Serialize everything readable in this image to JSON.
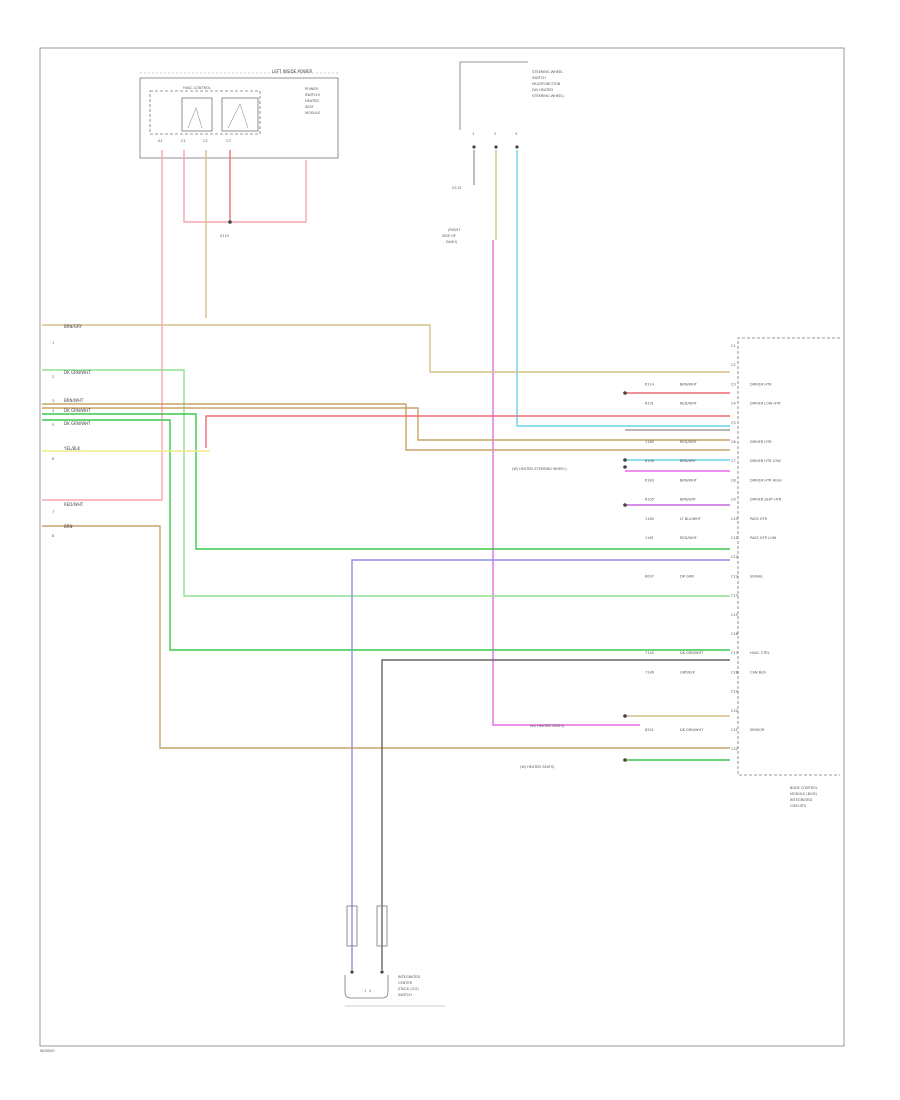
{
  "page": {
    "figure_id": "W00000"
  },
  "colors": {
    "pink": "#f7a6ad",
    "red": "#ee6b74",
    "tan": "#d6c08a",
    "orange_tan": "#c9a269",
    "light_green": "#8fe08f",
    "green": "#38c94a",
    "yellow": "#ecec8c",
    "gray": "#9f9f9f",
    "dark_gray": "#666666",
    "violet": "#c76ad8",
    "magenta": "#e86be9",
    "cyan": "#69d3e8",
    "blue_violet": "#8f8fe6",
    "brown": "#a87f3f"
  },
  "components": {
    "left_switch": {
      "name": "LEFT INSIDE POWER",
      "sub": "HVAC CONTROL",
      "desc": [
        "POWER",
        "SWITCH/",
        "HEATED",
        "SEAT",
        "MODULE"
      ],
      "pins": [
        "A1",
        "C1",
        "C2",
        "C3"
      ]
    },
    "top_switch": {
      "desc": [
        "STEERING WHEEL",
        "SWITCH",
        "MULTIFUNCTION",
        "(W/ HEATED",
        "STEERING WHEEL)"
      ],
      "pins": [
        "1",
        "2",
        "3"
      ]
    },
    "ground": {
      "label": "G113",
      "sub": [
        "(RIGHT",
        "SIDE OF",
        "DASH)"
      ]
    },
    "splice": {
      "label": "S115"
    },
    "module": {
      "desc": [
        "BODY CONTROL",
        "MODULE (BCM)",
        "INTEGRATED",
        "CIRCUITS"
      ]
    },
    "bottom_connector": {
      "desc": [
        "INTEGRATED",
        "CENTER",
        "STACK (ICS)",
        "SWITCH"
      ],
      "pins": [
        "1",
        "2"
      ]
    }
  },
  "left_labels": [
    {
      "pin": "1",
      "text": "BRN/GRY"
    },
    {
      "pin": "2",
      "text": "DK GRN/WHT"
    },
    {
      "pin": "3",
      "text": "BRN/WHT"
    },
    {
      "pin": "4",
      "text": "DK GRN/WHT"
    },
    {
      "pin": "5",
      "text": "DK GRN/WHT"
    },
    {
      "pin": "6",
      "text": "YEL/BLK"
    },
    {
      "pin": "7",
      "text": "RED/WHT"
    },
    {
      "pin": "8",
      "text": "BRN"
    }
  ],
  "right_pins": [
    {
      "n": "C1",
      "wire": "",
      "color_label": "",
      "desc": ""
    },
    {
      "n": "C2",
      "wire": "",
      "color_label": "",
      "desc": ""
    },
    {
      "n": "C3",
      "wire": "6114",
      "color_label": "BRN/WHT",
      "desc": "DRIVER HTR"
    },
    {
      "n": "C4",
      "wire": "6191",
      "color_label": "RED/WHT",
      "desc": "DRIVER LOW HTR"
    },
    {
      "n": "C5",
      "wire": "",
      "color_label": "",
      "desc": ""
    },
    {
      "n": "C6",
      "wire": "1160",
      "color_label": "RED/WHT",
      "desc": "DRIVER HTR"
    },
    {
      "n": "C7",
      "wire": "6106",
      "color_label": "BRN/GRY",
      "desc": "DRIVER HTR LOW"
    },
    {
      "n": "C8",
      "wire": "6183",
      "color_label": "BRN/WHT",
      "desc": "DRIVER HTR HIGH"
    },
    {
      "n": "C9",
      "wire": "6105",
      "color_label": "BRN/GRY",
      "desc": "DRIVER SEAT HTR"
    },
    {
      "n": "C10",
      "wire": "1160",
      "color_label": "LT BLU/WHT",
      "desc": "PASS HTR"
    },
    {
      "n": "C11",
      "wire": "1161",
      "color_label": "RED/WHT",
      "desc": "PASS HTR LOW"
    },
    {
      "n": "C12",
      "wire": "",
      "color_label": "",
      "desc": ""
    },
    {
      "n": "C13",
      "wire": "6007",
      "color_label": "DK GRN",
      "desc": "SIGNAL"
    },
    {
      "n": "C14",
      "wire": "",
      "color_label": "",
      "desc": ""
    },
    {
      "n": "C15",
      "wire": "",
      "color_label": "",
      "desc": ""
    },
    {
      "n": "C16",
      "wire": "",
      "color_label": "",
      "desc": ""
    },
    {
      "n": "C17",
      "wire": "7145",
      "color_label": "DK GRN/WHT",
      "desc": "HVAC CTRL"
    },
    {
      "n": "C18",
      "wire": "7146",
      "color_label": "GRY/BLK",
      "desc": "CAN BUS"
    },
    {
      "n": "C19",
      "wire": "",
      "color_label": "",
      "desc": ""
    },
    {
      "n": "C20",
      "wire": "",
      "color_label": "",
      "desc": ""
    },
    {
      "n": "C21",
      "wire": "6201",
      "color_label": "DK GRN/WHT",
      "desc": "SENSOR"
    },
    {
      "n": "C22",
      "wire": "",
      "color_label": "",
      "desc": ""
    }
  ],
  "side_notes": [
    {
      "text": "(W/ HEATED STEERING WHEEL)"
    },
    {
      "text": "(W/ HEATED SEATS)"
    },
    {
      "text": "(W/ HEATED SEATS)"
    }
  ]
}
